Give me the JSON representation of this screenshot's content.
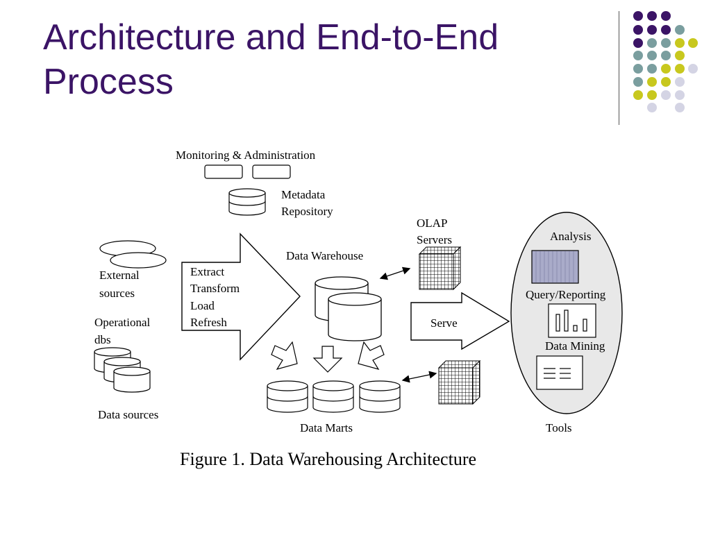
{
  "slide": {
    "title_line1": "Architecture and End-to-End",
    "title_line2": "Process"
  },
  "colors": {
    "title": "#3b1466",
    "dot_purple": "#3b1466",
    "dot_teal": "#7a9e9f",
    "dot_yellow": "#c8c81e",
    "dot_lavender": "#d4d4e4"
  },
  "diagram": {
    "monitoring_label": "Monitoring & Administration",
    "metadata_line1": "Metadata",
    "metadata_line2": "Repository",
    "external_line1": "External",
    "external_line2": "sources",
    "operational_line1": "Operational",
    "operational_line2": "dbs",
    "data_sources_label": "Data sources",
    "etl_steps": [
      "Extract",
      "Transform",
      "Load",
      "Refresh"
    ],
    "warehouse_label": "Data Warehouse",
    "olap_line1": "OLAP",
    "olap_line2": "Servers",
    "serve_label": "Serve",
    "data_marts_label": "Data Marts",
    "tools": {
      "analysis_label": "Analysis",
      "query_label": "Query/Reporting",
      "mining_label": "Data Mining",
      "label": "Tools"
    },
    "caption": "Figure 1. Data Warehousing Architecture"
  }
}
